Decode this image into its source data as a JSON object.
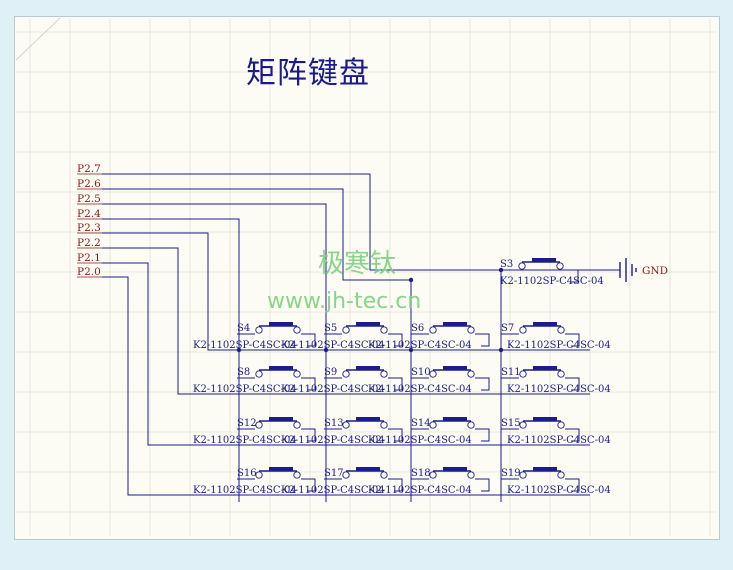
{
  "title": "矩阵键盘",
  "watermark": {
    "line1": "极寒钛",
    "line2": "www.jh-tec.cn"
  },
  "colors": {
    "wire": "#1c1c8c",
    "net_label": "#8b1a1a",
    "switch": "#1c1c8c",
    "watermark": "#7ed07e",
    "grid": "#d8d8cc"
  },
  "nets": [
    "P2.7",
    "P2.6",
    "P2.5",
    "P2.4",
    "P2.3",
    "P2.2",
    "P2.1",
    "P2.0"
  ],
  "gnd_label": "GND",
  "switch_part": "K2-1102SP-C4SC-04",
  "s3": {
    "ref": "S3",
    "part": "K2-1102SP-C4SC-04"
  },
  "matrix": [
    [
      {
        "ref": "S4",
        "part": "K2-1102SP-C4SC-04"
      },
      {
        "ref": "S5",
        "part": "K2-1102SP-C4SC-04"
      },
      {
        "ref": "S6",
        "part": "K2-1102SP-C4SC-04"
      },
      {
        "ref": "S7",
        "part": "K2-1102SP-C4SC-04"
      }
    ],
    [
      {
        "ref": "S8",
        "part": "K2-1102SP-C4SC-04"
      },
      {
        "ref": "S9",
        "part": "K2-1102SP-C4SC-04"
      },
      {
        "ref": "S10",
        "part": "K2-1102SP-C4SC-04"
      },
      {
        "ref": "S11",
        "part": "K2-1102SP-C4SC-04"
      }
    ],
    [
      {
        "ref": "S12",
        "part": "K2-1102SP-C4SC-04"
      },
      {
        "ref": "S13",
        "part": "K2-1102SP-C4SC-04"
      },
      {
        "ref": "S14",
        "part": "K2-1102SP-C4SC-04"
      },
      {
        "ref": "S15",
        "part": "K2-1102SP-C4SC-04"
      }
    ],
    [
      {
        "ref": "S16",
        "part": "K2-1102SP-C4SC-04"
      },
      {
        "ref": "S17",
        "part": "K2-1102SP-C4SC-04"
      },
      {
        "ref": "S18",
        "part": "K2-1102SP-C4SC-04"
      },
      {
        "ref": "S19",
        "part": "K2-1102SP-C4SC-04"
      }
    ]
  ]
}
